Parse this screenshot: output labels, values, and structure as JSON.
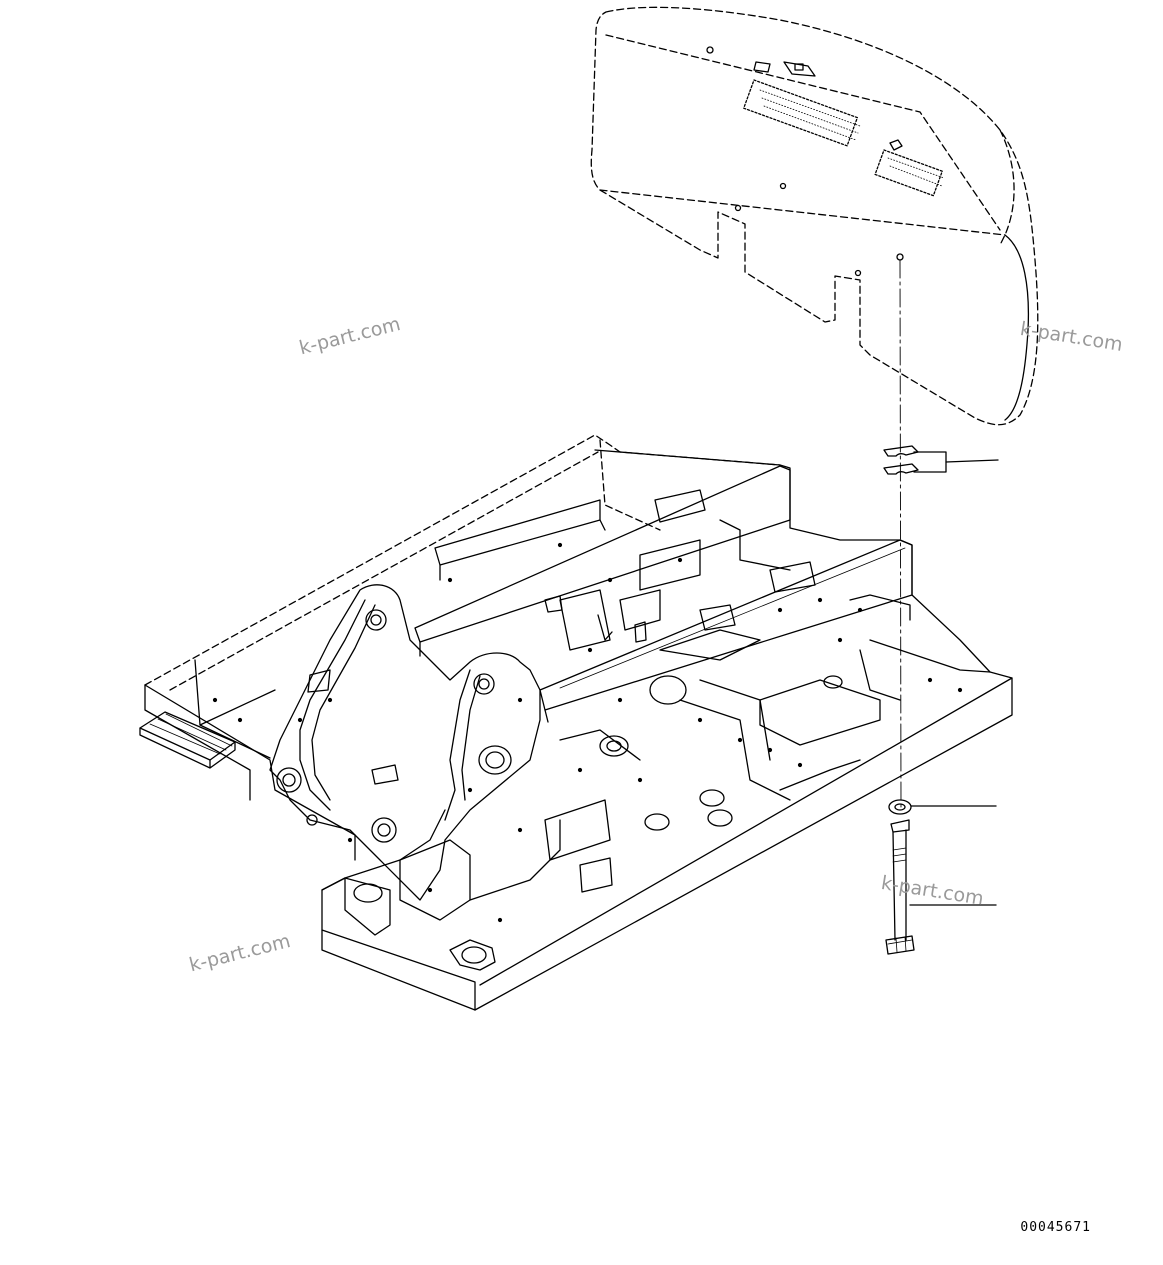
{
  "figure": {
    "drawing_number": "00045671",
    "watermarks": [
      "k-part.com",
      "k-part.com",
      "k-part.com",
      "k-part.com"
    ],
    "parts": [
      {
        "name": "counterweight",
        "callout": ""
      },
      {
        "name": "shims",
        "callout": ""
      },
      {
        "name": "washer",
        "callout": ""
      },
      {
        "name": "bolt",
        "callout": ""
      },
      {
        "name": "revolving-frame",
        "callout": ""
      }
    ],
    "colors": {
      "line": "#000000",
      "watermark": "#9a9a9a",
      "background": "#ffffff"
    }
  }
}
